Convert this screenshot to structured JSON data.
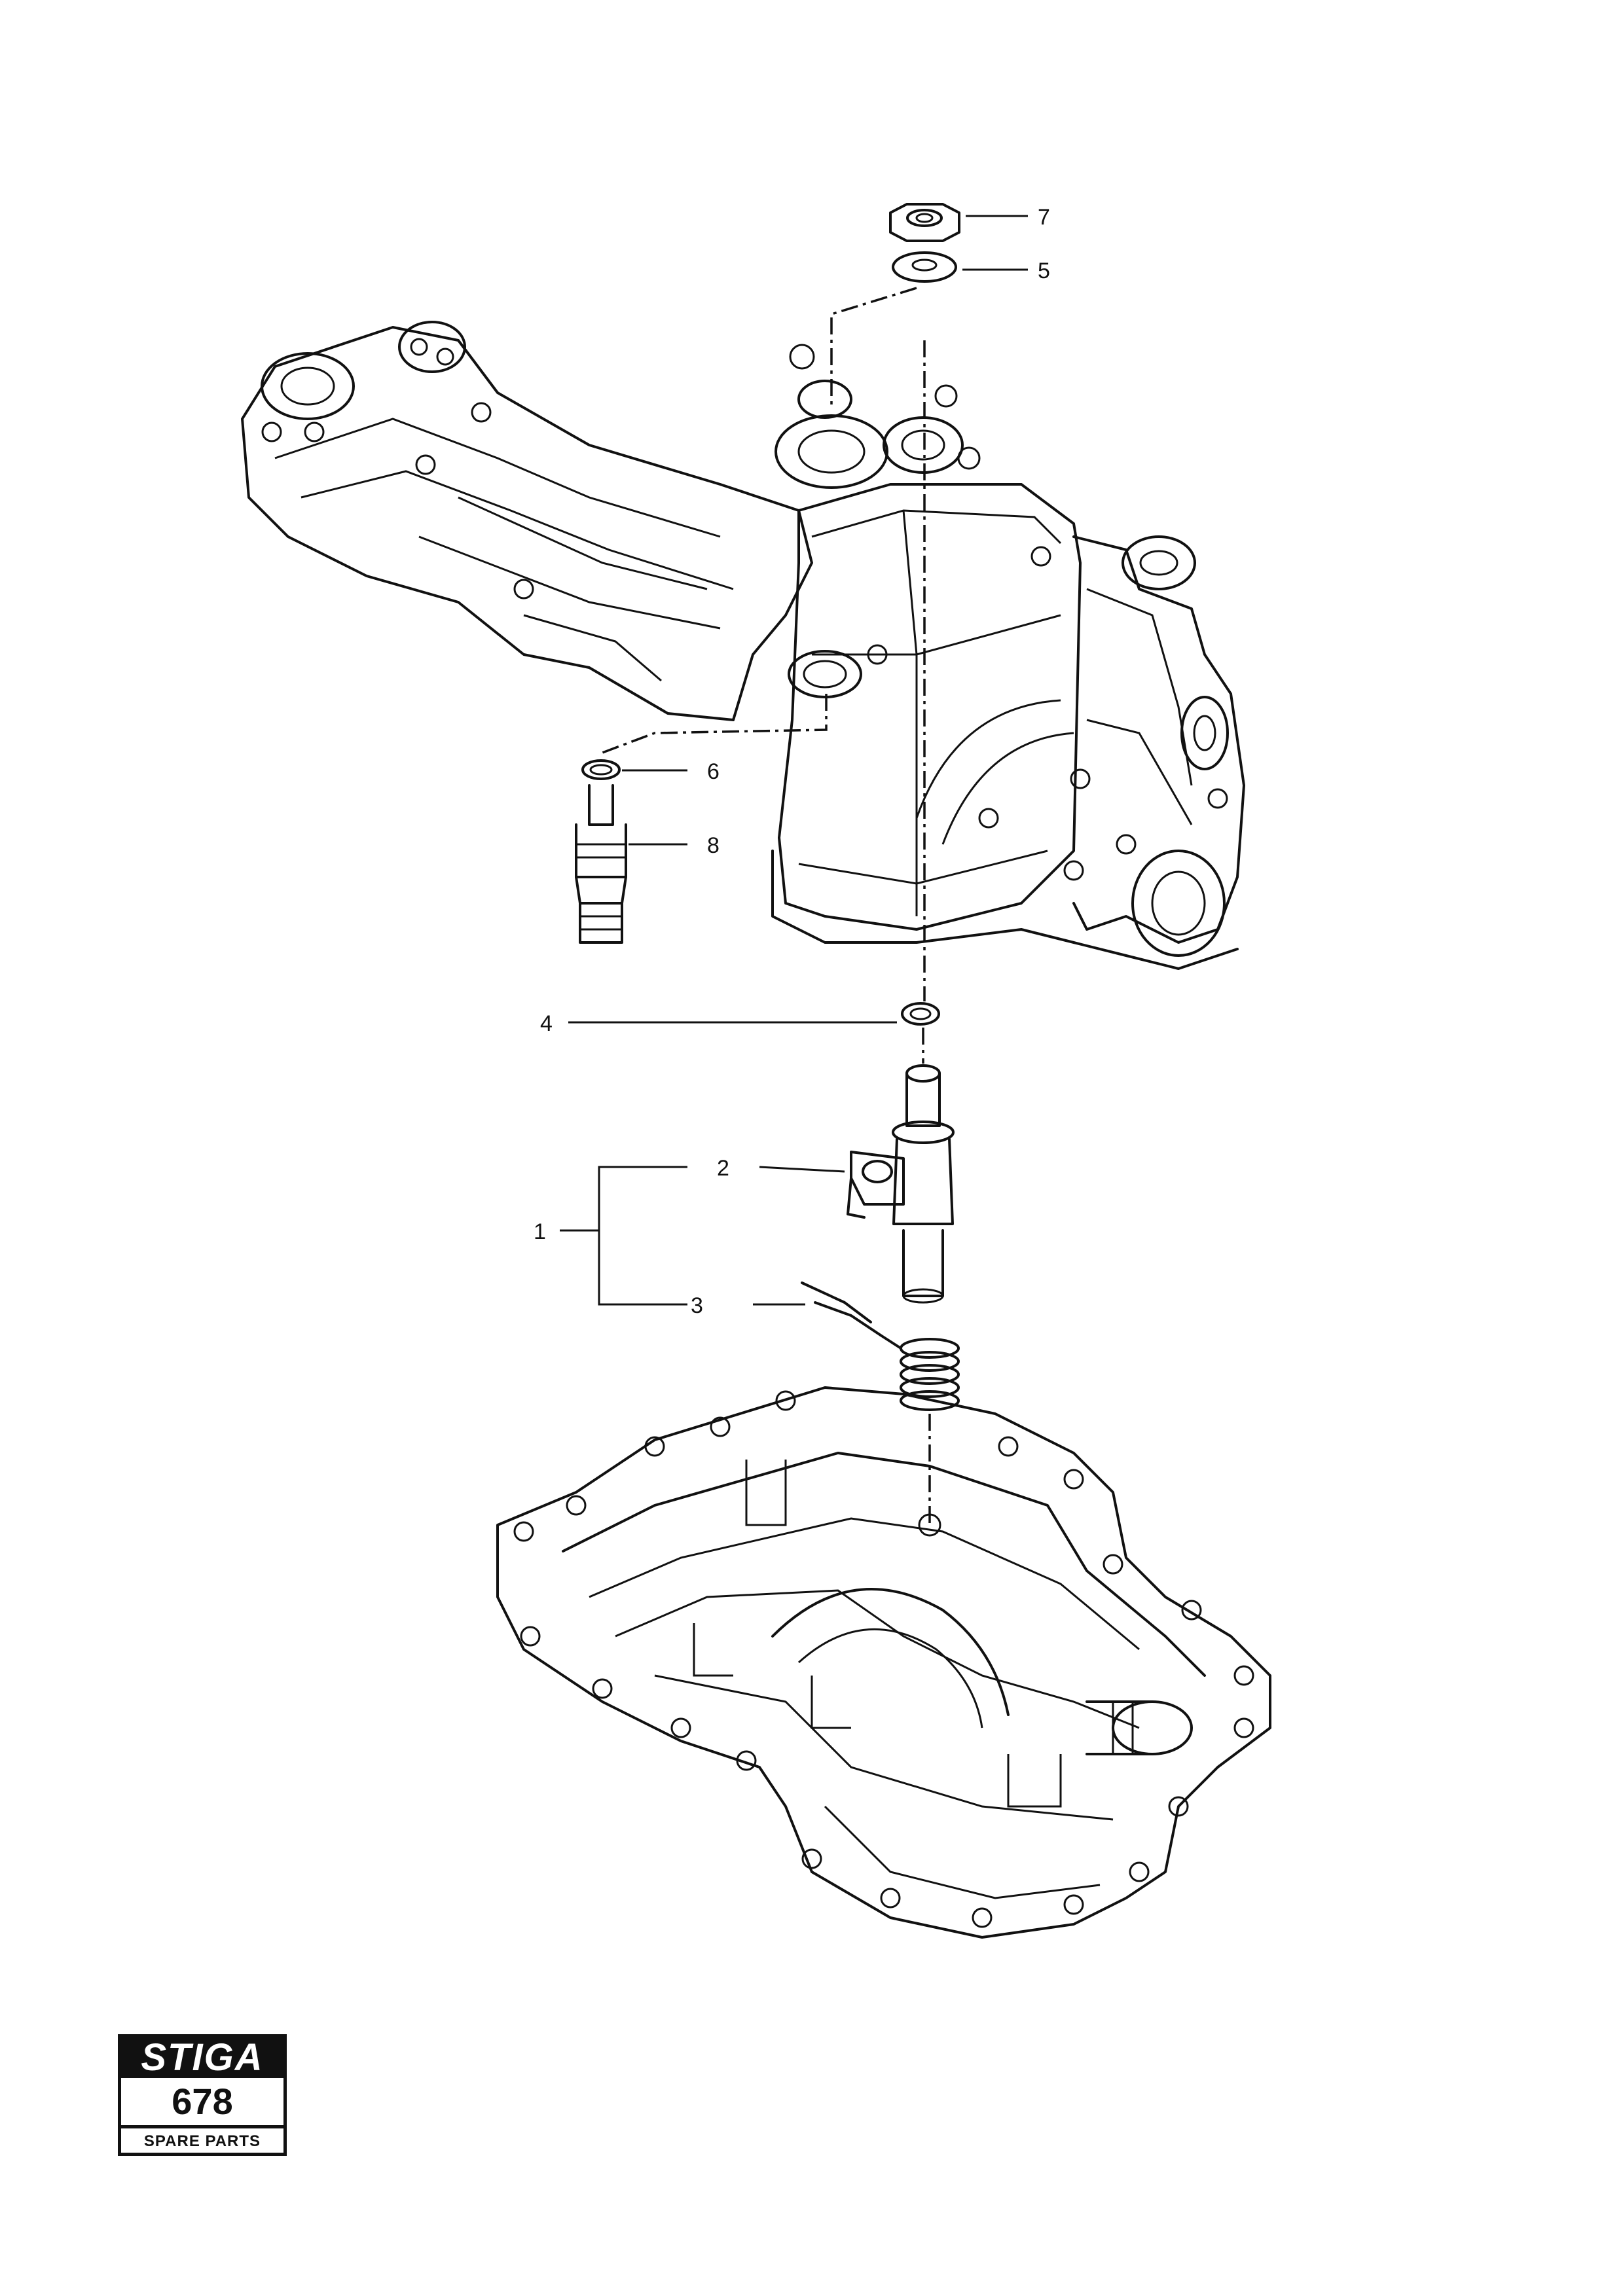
{
  "callouts": {
    "c1": "1",
    "c2": "2",
    "c3": "3",
    "c4": "4",
    "c5": "5",
    "c6": "6",
    "c7": "7",
    "c8": "8"
  },
  "logo": {
    "brand": "STIGA",
    "model": "678",
    "subtitle": "SPARE PARTS"
  }
}
